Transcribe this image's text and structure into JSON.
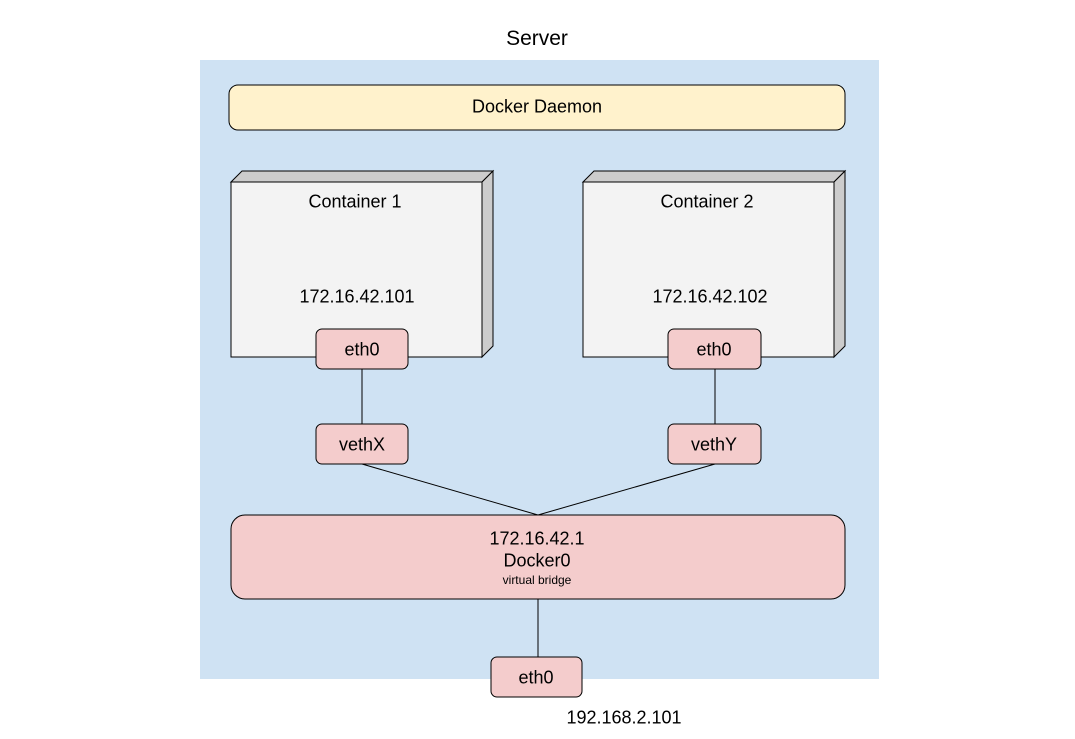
{
  "server": {
    "title": "Server",
    "external_ip": "192.168.2.101"
  },
  "daemon": {
    "label": "Docker Daemon"
  },
  "containers": [
    {
      "name": "Container 1",
      "ip": "172.16.42.101",
      "interface": "eth0",
      "veth": "vethX"
    },
    {
      "name": "Container 2",
      "ip": "172.16.42.102",
      "interface": "eth0",
      "veth": "vethY"
    }
  ],
  "bridge": {
    "ip": "172.16.42.1",
    "name": "Docker0",
    "description": "virtual bridge"
  },
  "host_interface": {
    "label": "eth0"
  },
  "colors": {
    "server_bg": "#cfe2f3",
    "daemon_fill": "#fff2cc",
    "container_fill": "#f3f3f3",
    "container_side": "#cccccc",
    "network_fill": "#f4cccc",
    "stroke": "#000000"
  }
}
